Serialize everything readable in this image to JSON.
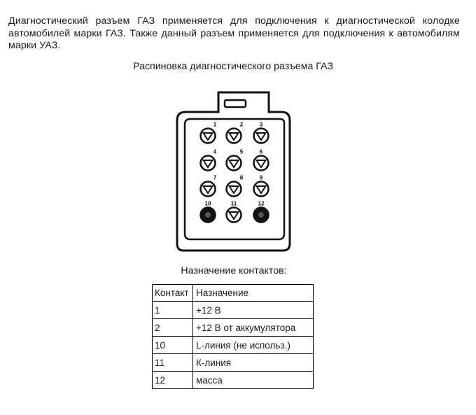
{
  "intro_text": "Диагностический разъем ГАЗ применяется для подключения к диагностической колодке автомобилей марки ГАЗ. Также данный разъем применяется для подключения к автомобилям марки УАЗ.",
  "diagram_title": "Распиновка диагностического разъема ГАЗ",
  "connector": {
    "pins": [
      {
        "number": "1",
        "type": "triangle"
      },
      {
        "number": "2",
        "type": "triangle"
      },
      {
        "number": "3",
        "type": "triangle"
      },
      {
        "number": "4",
        "type": "triangle"
      },
      {
        "number": "5",
        "type": "triangle"
      },
      {
        "number": "6",
        "type": "triangle"
      },
      {
        "number": "7",
        "type": "triangle"
      },
      {
        "number": "8",
        "type": "triangle"
      },
      {
        "number": "9",
        "type": "triangle"
      },
      {
        "number": "10",
        "type": "filled"
      },
      {
        "number": "11",
        "type": "triangle"
      },
      {
        "number": "12",
        "type": "filled"
      }
    ]
  },
  "table_title": "Назначение контактов:",
  "table": {
    "headers": [
      "Контакт",
      "Назначение"
    ],
    "rows": [
      [
        "1",
        "+12 В"
      ],
      [
        "2",
        "+12 В от аккумулятора"
      ],
      [
        "10",
        "L-линия (не использ.)"
      ],
      [
        "11",
        "К-линия"
      ],
      [
        "12",
        "масса"
      ]
    ]
  }
}
